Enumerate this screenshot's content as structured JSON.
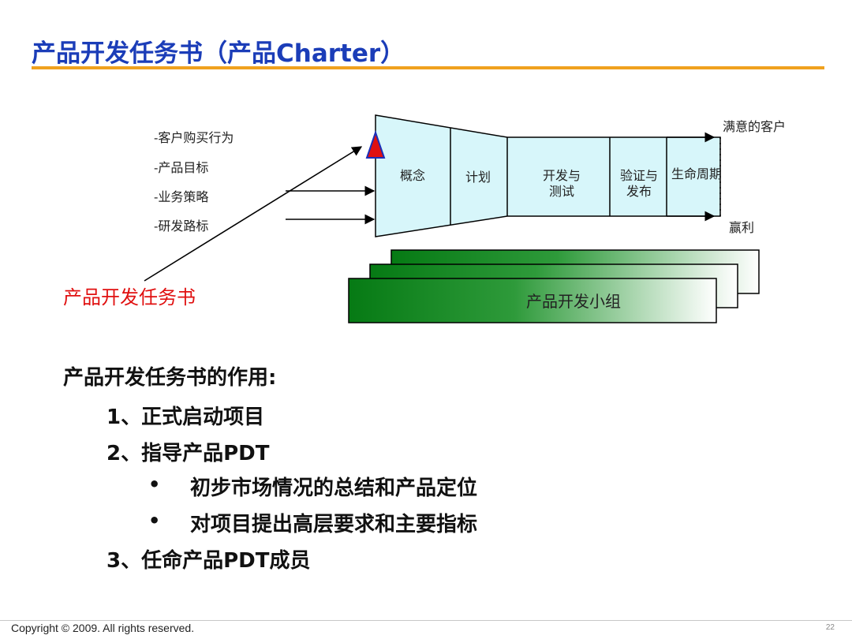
{
  "title": "产品开发任务书（产品Charter）",
  "diagram": {
    "inputs": [
      "-客户购买行为",
      "-产品目标",
      "-业务策略",
      "-研发路标"
    ],
    "charter_label": "产品开发任务书",
    "phases": [
      {
        "line1": "概念",
        "line2": ""
      },
      {
        "line1": "计划",
        "line2": ""
      },
      {
        "line1": "开发与",
        "line2": "测试"
      },
      {
        "line1": "验证与",
        "line2": "发布"
      },
      {
        "line1": "生命周期",
        "line2": ""
      }
    ],
    "outputs": [
      "满意的客户",
      "赢利"
    ],
    "team_label": "产品开发小组"
  },
  "roles": {
    "heading": "产品开发任务书的作用:",
    "items": [
      {
        "kind": "num",
        "text": "1、正式启动项目"
      },
      {
        "kind": "num",
        "text": "2、指导产品PDT"
      },
      {
        "kind": "bullet",
        "bullet": "•",
        "text": "初步市场情况的总结和产品定位"
      },
      {
        "kind": "bullet",
        "bullet": "•",
        "text": "对项目提出高层要求和主要指标"
      },
      {
        "kind": "num",
        "text": "3、任命产品PDT成员"
      }
    ]
  },
  "footer": {
    "copyright": "Copyright © 2009. All rights reserved.",
    "page": "22"
  },
  "colors": {
    "title": "#1b3db8",
    "rule": "#f0a11e",
    "funnel_fill": "#d7f6fa",
    "team_green": "#067a14",
    "charter_red": "#e01010"
  }
}
